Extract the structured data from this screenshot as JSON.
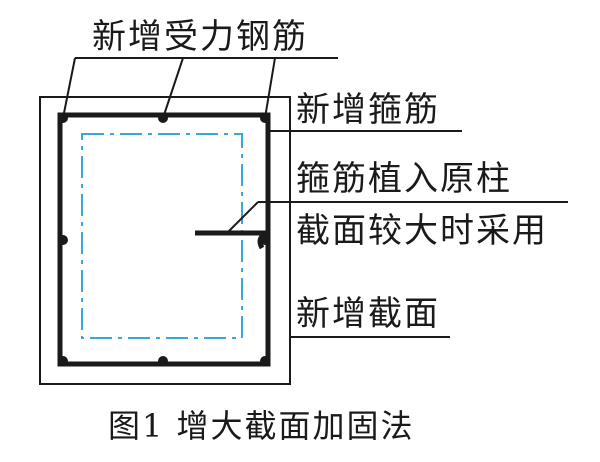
{
  "labels": {
    "new_rebar": "新增受力钢筋",
    "new_stirrup": "新增箍筋",
    "stirrup_embed_line1": "箍筋植入原柱",
    "stirrup_embed_line2": "截面较大时采用",
    "new_section": "新增截面"
  },
  "caption": "图1 增大截面加固法",
  "colors": {
    "ink": "#1a1a1a",
    "original_column": "#3aa7d8",
    "background": "#ffffff"
  }
}
